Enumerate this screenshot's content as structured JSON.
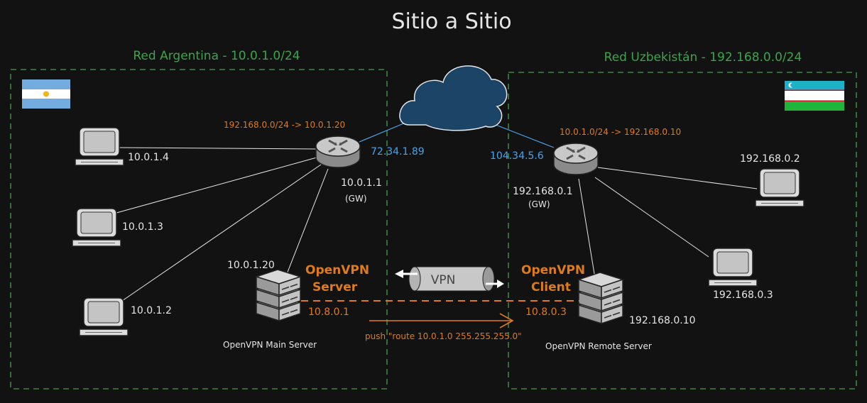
{
  "title": "Sitio a Sitio",
  "networks": {
    "left": {
      "label": "Red Argentina - 10.0.1.0/24",
      "flag": "argentina-flag",
      "router_route": "192.168.0.0/24 -> 10.0.1.20",
      "router_public_ip": "72.34.1.89",
      "router_gw_ip": "10.0.1.1",
      "router_gw_label": "(GW)",
      "hosts": [
        "10.0.1.4",
        "10.0.1.3",
        "10.0.1.2"
      ],
      "server_ip": "10.0.1.20",
      "server_role_line1": "OpenVPN",
      "server_role_line2": "Server",
      "server_tunnel_ip": "10.8.0.1",
      "server_name": "OpenVPN Main Server"
    },
    "right": {
      "label": "Red Uzbekistán - 192.168.0.0/24",
      "flag": "uzbekistan-flag",
      "router_route": "10.0.1.0/24 -> 192.168.0.10",
      "router_public_ip": "104.34.5.6",
      "router_gw_ip": "192.168.0.1",
      "router_gw_label": "(GW)",
      "hosts": [
        "192.168.0.2",
        "192.168.0.3"
      ],
      "server_ip": "192.168.0.10",
      "server_role_line1": "OpenVPN",
      "server_role_line2": "Client",
      "server_tunnel_ip": "10.8.0.3",
      "server_name": "OpenVPN Remote Server"
    }
  },
  "vpn_label": "VPN",
  "push_route": "push \"route 10.0.1.0  255.255.255.0\"",
  "colors": {
    "background": "#121212",
    "green": "#3fa34d",
    "orange": "#e07b1a",
    "blue": "#4aa3e8",
    "cloud": "#1b4466"
  },
  "icons": [
    "router-icon",
    "computer-icon",
    "server-icon",
    "cloud-icon",
    "vpn-tunnel-icon"
  ]
}
